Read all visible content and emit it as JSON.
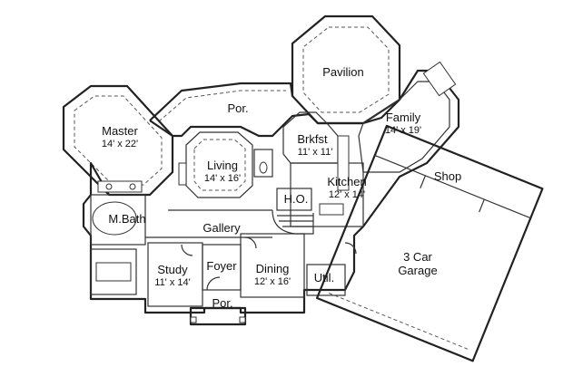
{
  "rooms": {
    "pavilion": {
      "name": "Pavilion",
      "dims": ""
    },
    "por_top": {
      "name": "Por.",
      "dims": ""
    },
    "master": {
      "name": "Master",
      "dims": "14' x 22'"
    },
    "family": {
      "name": "Family",
      "dims": "14' x 19'"
    },
    "brkfst": {
      "name": "Brkfst",
      "dims": "11' x 11'"
    },
    "living": {
      "name": "Living",
      "dims": "14' x 16'"
    },
    "kitchen": {
      "name": "Kitchen",
      "dims": "12' x 14'"
    },
    "shop": {
      "name": "Shop",
      "dims": ""
    },
    "ho": {
      "name": "H.O.",
      "dims": ""
    },
    "mbath": {
      "name": "M.Bath",
      "dims": ""
    },
    "gallery": {
      "name": "Gallery",
      "dims": ""
    },
    "garage": {
      "name": "3 Car",
      "name2": "Garage",
      "dims": ""
    },
    "foyer": {
      "name": "Foyer",
      "dims": ""
    },
    "study": {
      "name": "Study",
      "dims": "11' x 14'"
    },
    "dining": {
      "name": "Dining",
      "dims": "12' x 16'"
    },
    "util": {
      "name": "Util.",
      "dims": ""
    },
    "por_bottom": {
      "name": "Por.",
      "dims": ""
    }
  }
}
